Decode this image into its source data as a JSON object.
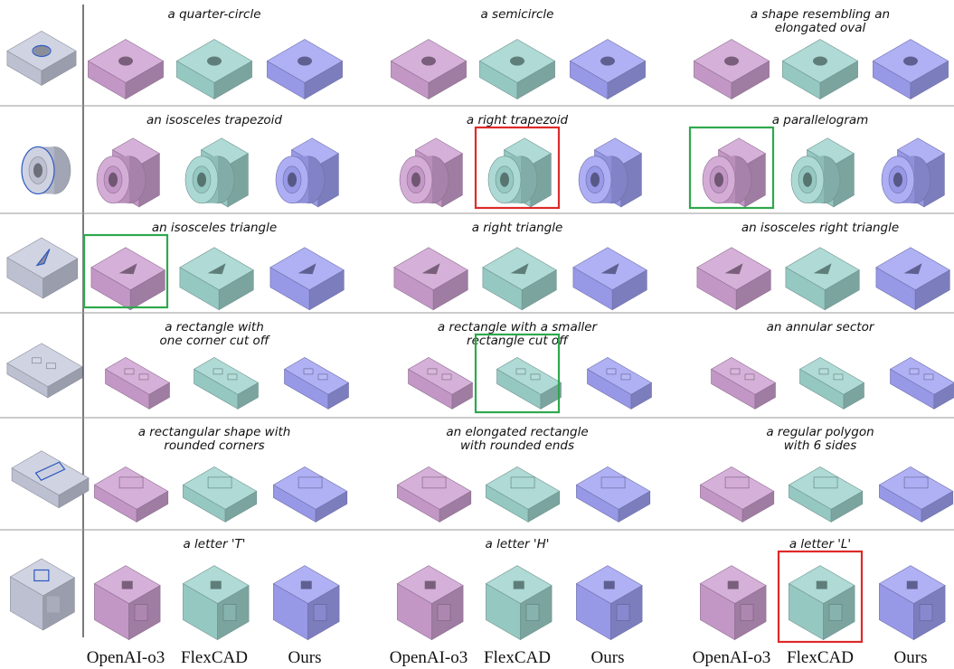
{
  "colors": {
    "input": "#c6cadc",
    "openai": "#cc9fcf",
    "flexcad": "#9ed2cc",
    "ours": "#9fa0f2",
    "outline": "#2c58bf",
    "green_box": "#2ea84e",
    "red_box": "#dd2a2a",
    "separator": "#9a9a9a"
  },
  "column_headers": [
    "OpenAI-o3",
    "FlexCAD",
    "Ours",
    "OpenAI-o3",
    "FlexCAD",
    "Ours",
    "OpenAI-o3",
    "FlexCAD",
    "Ours"
  ],
  "rows": [
    {
      "input_shape": "plate-with-round-hole",
      "captions": [
        [
          "a quarter-circle"
        ],
        [
          "a semicircle"
        ],
        [
          "a shape resembling an",
          "elongated oval"
        ]
      ],
      "shape": "plate",
      "highlights": []
    },
    {
      "input_shape": "stepped-cylinder",
      "captions": [
        [
          "an isosceles trapezoid"
        ],
        [
          "a right trapezoid"
        ],
        [
          "a parallelogram"
        ]
      ],
      "shape": "bracket",
      "highlights": [
        {
          "group": 1,
          "model": 1,
          "color": "red"
        },
        {
          "group": 2,
          "model": 0,
          "color": "green"
        }
      ]
    },
    {
      "input_shape": "block-with-triangle-cut",
      "captions": [
        [
          "an isosceles triangle"
        ],
        [
          "a right triangle"
        ],
        [
          "an isosceles right triangle"
        ]
      ],
      "shape": "block",
      "highlights": [
        {
          "group": 0,
          "model": 0,
          "color": "green"
        }
      ]
    },
    {
      "input_shape": "flat-plate-with-tabs",
      "captions": [
        [
          "a rectangle with",
          "one corner cut off"
        ],
        [
          "a rectangle with a smaller",
          "rectangle cut off"
        ],
        [
          "an annular sector"
        ]
      ],
      "shape": "bar",
      "highlights": [
        {
          "group": 1,
          "model": 1,
          "color": "green"
        }
      ]
    },
    {
      "input_shape": "slab-with-raised-boss",
      "captions": [
        [
          "a rectangular shape with",
          "rounded corners"
        ],
        [
          "an elongated rectangle",
          "with rounded ends"
        ],
        [
          "a regular polygon",
          "with 6 sides"
        ]
      ],
      "shape": "slab",
      "highlights": []
    },
    {
      "input_shape": "cube-with-letter-cut",
      "captions": [
        [
          "a letter 'T'"
        ],
        [
          "a letter 'H'"
        ],
        [
          "a letter 'L'"
        ]
      ],
      "shape": "cube",
      "highlights": [
        {
          "group": 2,
          "model": 1,
          "color": "red"
        }
      ]
    }
  ]
}
